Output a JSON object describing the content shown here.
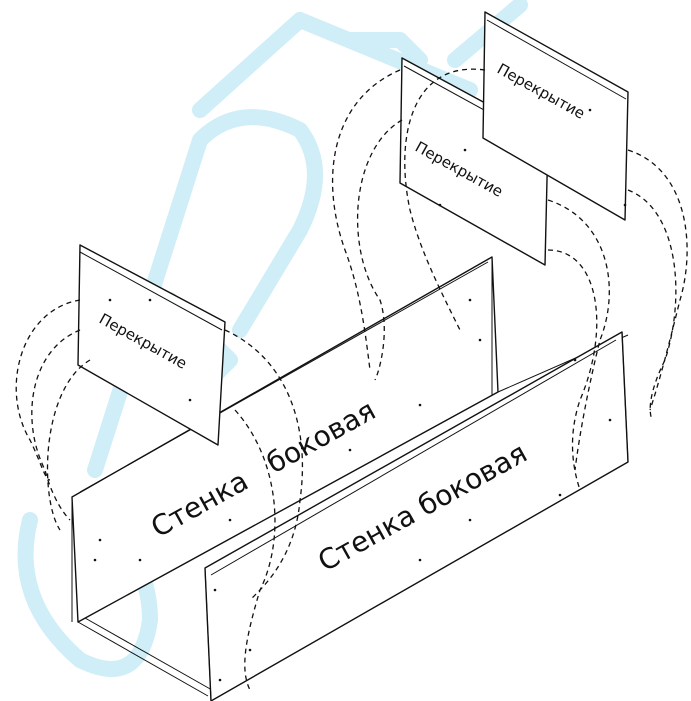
{
  "labels": {
    "panel_top_right": "Перекрытие",
    "panel_middle": "Перекрытие",
    "panel_left": "Перекрытие",
    "side_wall_back": "Стенка   боковая",
    "side_wall_front": "Стенка боковая"
  },
  "colors": {
    "line": "#111111",
    "watermark": "#cfeef7",
    "background": "#ffffff"
  }
}
